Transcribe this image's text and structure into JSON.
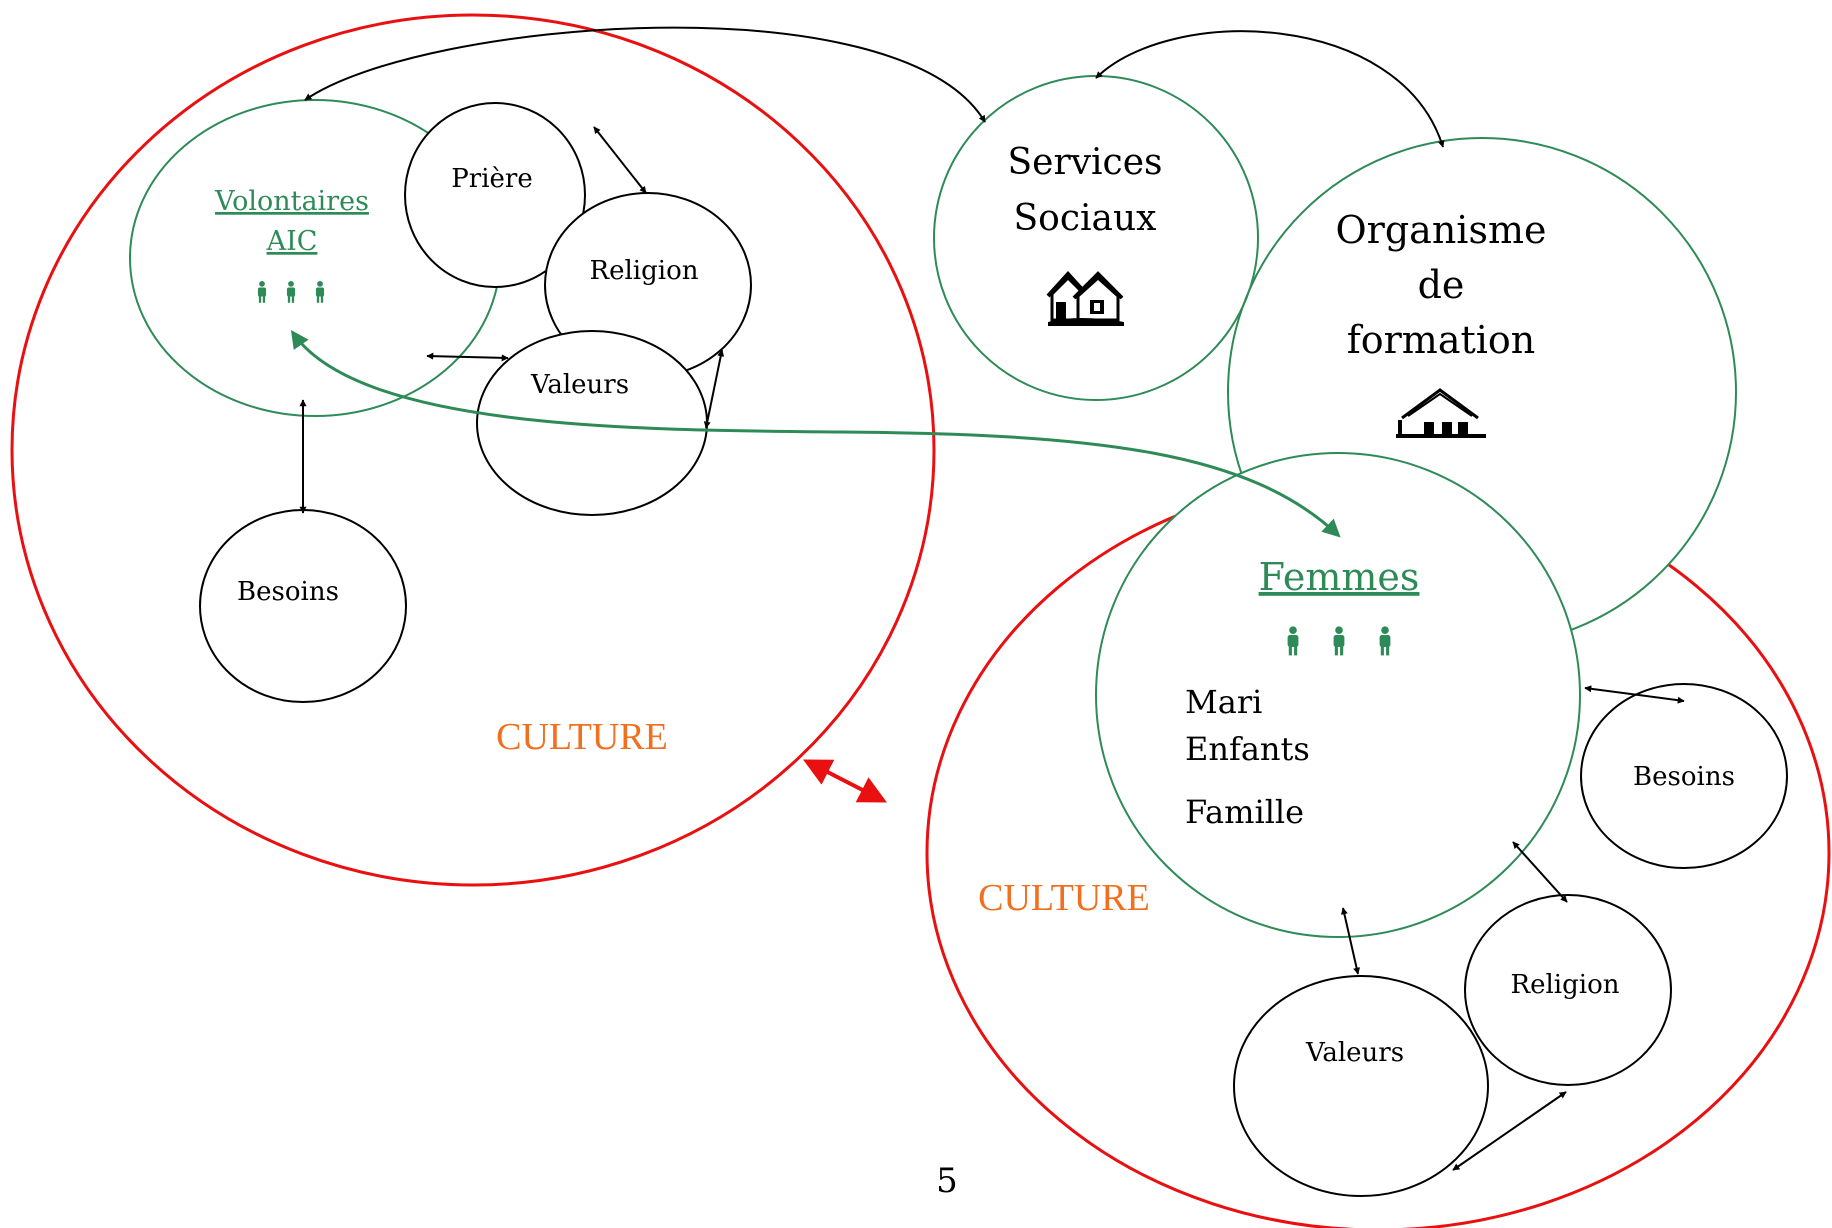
{
  "left_group": {
    "volunteers_line1": "Volontaires",
    "volunteers_line2": "AIC",
    "priere": "Prière",
    "religion": "Religion",
    "valeurs": "Valeurs",
    "besoins": "Besoins",
    "culture": "CULTURE"
  },
  "services": {
    "line1": "Services",
    "line2": "Sociaux"
  },
  "organisme": {
    "line1": "Organisme",
    "line2": "de",
    "line3": "formation"
  },
  "right_group": {
    "femmes": "Femmes",
    "mari": "Mari",
    "enfants": "Enfants",
    "famille": "Famille",
    "besoins": "Besoins",
    "religion": "Religion",
    "valeurs": "Valeurs",
    "culture": "CULTURE"
  },
  "page_number": "5",
  "colors": {
    "culture_circle": "#e81010",
    "green": "#2e8b57",
    "orange": "#f07020",
    "black": "#000000"
  }
}
